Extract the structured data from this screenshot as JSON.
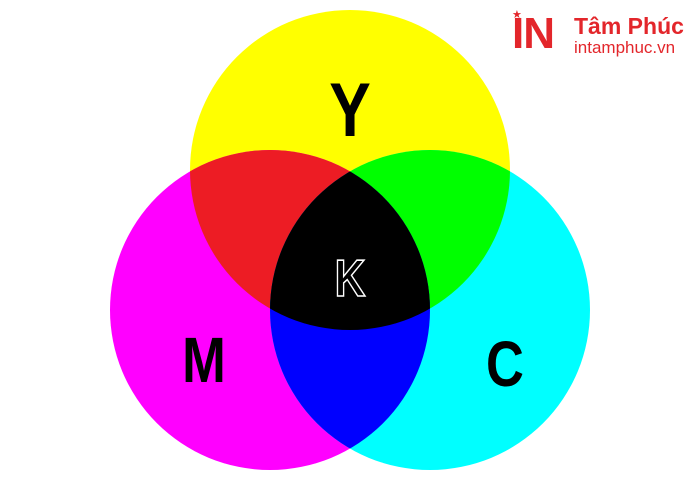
{
  "diagram": {
    "labels": {
      "yellow": "Y",
      "magenta": "M",
      "cyan": "C",
      "center": "K"
    },
    "colors": {
      "yellow": "#ffff00",
      "magenta": "#ff00ff",
      "cyan": "#00ffff",
      "red_overlap": "#ed1c24",
      "green_overlap": "#00ff00",
      "blue_overlap": "#0000ff",
      "black_center": "#000000"
    }
  },
  "logo": {
    "mark": "IN",
    "name": "Tâm Phúc",
    "url": "intamphuc.vn",
    "color": "#e3262b"
  }
}
